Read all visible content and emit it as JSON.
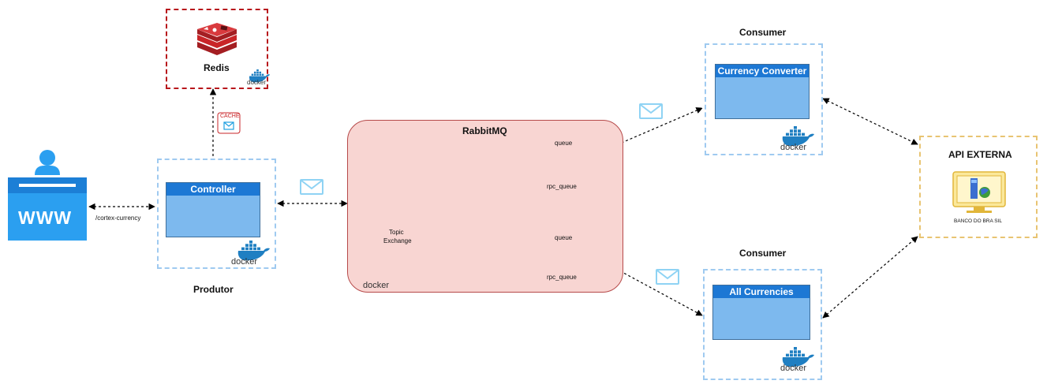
{
  "labels": {
    "redis": "Redis",
    "cache": "CACHE",
    "controller": "Controller",
    "produtor": "Produtor",
    "route": "/cortex-currency",
    "www": "WWW",
    "rabbitmq": "RabbitMQ",
    "topic_exchange_1": "Topic",
    "topic_exchange_2": "Exchange",
    "queue_top": "queue",
    "rpc_queue_top": "rpc_queue",
    "queue_bottom": "queue",
    "rpc_queue_bottom": "rpc_queue",
    "consumer_top": "Consumer",
    "currency_converter": "Currency Converter",
    "consumer_bottom": "Consumer",
    "all_currencies": "All Currencies",
    "api_externa": "API EXTERNA",
    "banco": "BANCO DO BRA SIL",
    "docker": "docker"
  },
  "colors": {
    "docker_blue": "#1f7fc2",
    "service_blue": "#7db9ee",
    "service_title": "#1d78d4",
    "mail_blue": "#9fd8f5",
    "rabbit_fill": "#f8d5d2",
    "redis_red": "#c92528",
    "gear_dark": "#404040",
    "gear_blue": "#1d6fc4"
  },
  "icons": [
    "user-icon",
    "www-icon",
    "redis-icon",
    "cache-envelope-icon",
    "gear-icon",
    "docker-icon",
    "envelope-icon",
    "queue-icon",
    "api-server-icon"
  ]
}
